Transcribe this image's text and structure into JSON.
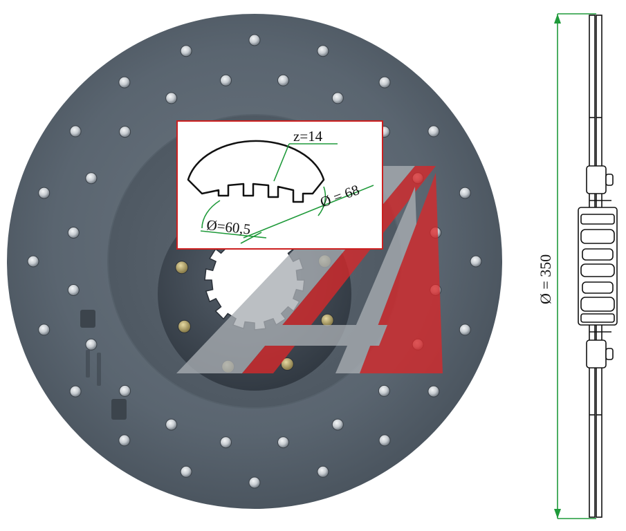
{
  "inset": {
    "teeth_label": "z=14",
    "inner_diameter_label": "Ø=60,5",
    "outer_diameter_label": "Ø = 68"
  },
  "side_view": {
    "diameter_label": "Ø = 350"
  },
  "colors": {
    "disc_lining": "#5b6670",
    "hub_plate": "#3d4650",
    "inset_border": "#cc1f1f",
    "dimension_line": "#1f9a3a",
    "watermark_red": "#d8282a",
    "watermark_grey": "#9aa0a6"
  },
  "icons": [
    "brand-logo-watermark"
  ]
}
